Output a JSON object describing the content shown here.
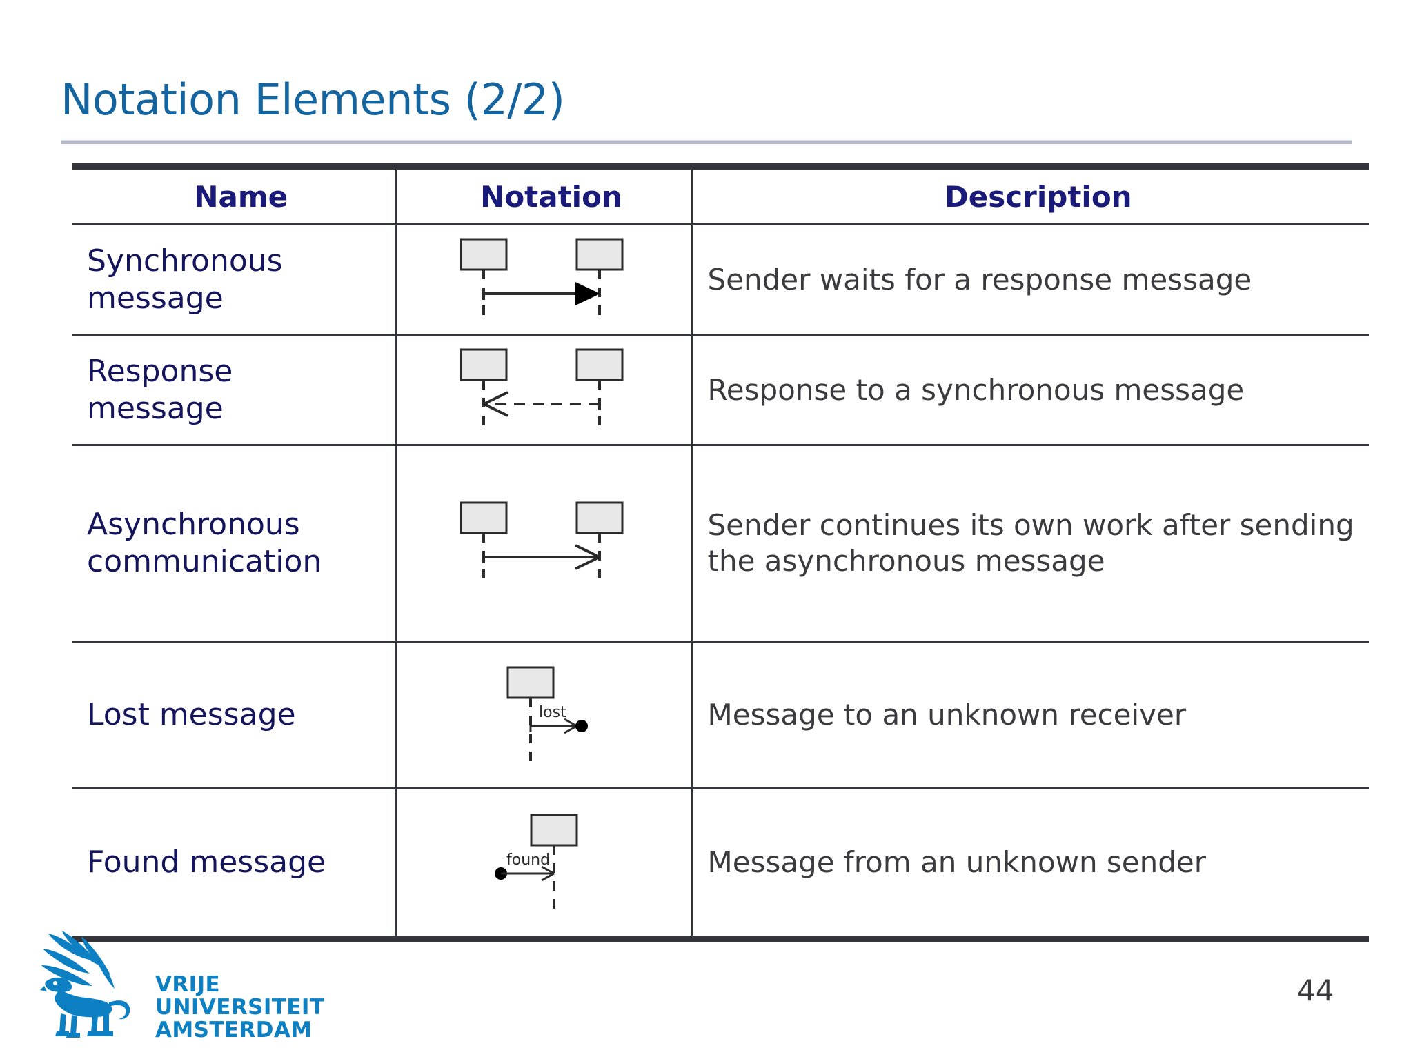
{
  "slide": {
    "title": "Notation Elements (2/2)",
    "page_number": "44",
    "accent_color": "#1464a0",
    "name_color": "#14155c",
    "header_color": "#1a1a7a",
    "rule_color": "#b6b8cc",
    "table_border_color": "#33353a",
    "logo_color": "#0c80c3",
    "lifeline_fill": "#e8e8e8"
  },
  "logo": {
    "line1": "VRIJE",
    "line2": "UNIVERSITEIT",
    "line3": "AMSTERDAM",
    "mark": "vu-griffin-logo"
  },
  "table": {
    "headers": [
      "Name",
      "Notation",
      "Description"
    ],
    "rows": [
      {
        "name": "Synchronous\nmessage",
        "notation": "sync-message-diagram",
        "description": "Sender waits for a response message"
      },
      {
        "name": "Response\nmessage",
        "notation": "response-message-diagram",
        "description": "Response to a synchronous message"
      },
      {
        "name": "Asynchronous\ncommunication",
        "notation": "async-message-diagram",
        "description": "Sender continues its own work after sending the asynchronous message"
      },
      {
        "name": "Lost message",
        "notation": "lost-message-diagram",
        "description": "Message to an unknown receiver"
      },
      {
        "name": "Found message",
        "notation": "found-message-diagram",
        "description": "Message from an unknown sender"
      }
    ]
  },
  "diagram_labels": {
    "lost": "lost",
    "found": "found"
  }
}
